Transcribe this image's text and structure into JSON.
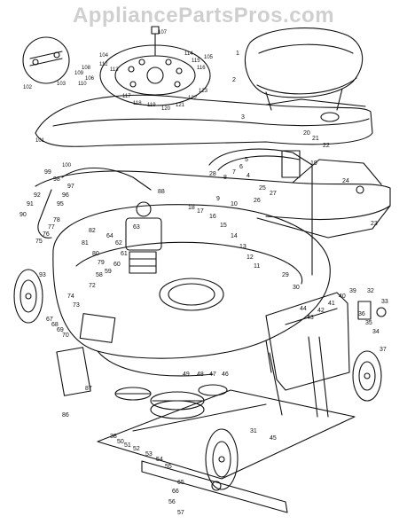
{
  "watermark": "AppliancePartsPros.com",
  "colors": {
    "ink": "#111111",
    "paper": "#ffffff",
    "watermark": "#cfcfcf"
  },
  "callouts": [
    "107",
    "1",
    "2",
    "3",
    "104",
    "105",
    "101",
    "88",
    "72",
    "93",
    "74",
    "73",
    "87",
    "86",
    "37",
    "49",
    "48",
    "47",
    "46",
    "45",
    "38",
    "31",
    "66",
    "65",
    "64",
    "63",
    "62",
    "61",
    "60",
    "59",
    "58",
    "57",
    "56",
    "55",
    "54",
    "53",
    "52",
    "51",
    "50",
    "29",
    "28",
    "27",
    "26",
    "25",
    "24",
    "23",
    "22",
    "21",
    "20",
    "19",
    "18",
    "17",
    "16",
    "15",
    "14",
    "13",
    "12",
    "11",
    "10",
    "9",
    "8",
    "7",
    "6",
    "5",
    "4",
    "81",
    "82",
    "80",
    "79",
    "78",
    "77",
    "76",
    "75",
    "70",
    "69",
    "68",
    "67",
    "44",
    "43",
    "42",
    "41",
    "40",
    "39",
    "36",
    "35",
    "34",
    "33",
    "32",
    "30",
    "90",
    "91",
    "92",
    "95",
    "96",
    "97",
    "98",
    "99",
    "100",
    "102",
    "103",
    "106",
    "108",
    "109",
    "110",
    "112",
    "113",
    "114",
    "115",
    "116",
    "117",
    "118",
    "119",
    "120",
    "121",
    "122",
    "123"
  ]
}
